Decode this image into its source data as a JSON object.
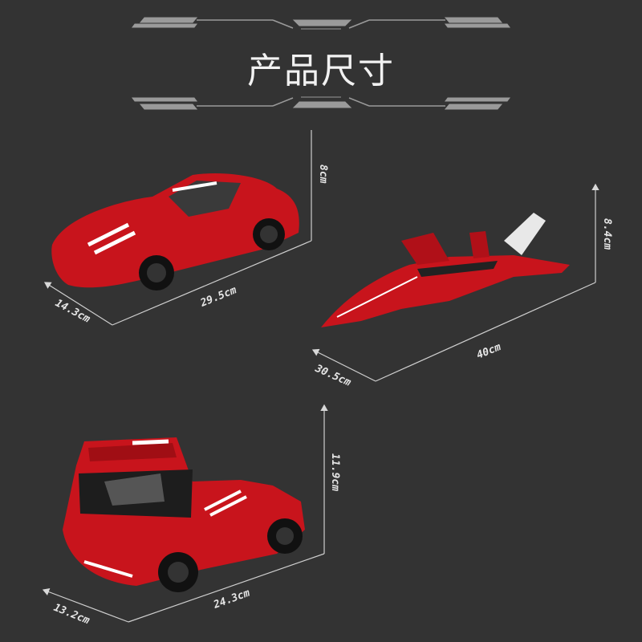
{
  "header": {
    "title": "产品尺寸"
  },
  "colors": {
    "background": "#333333",
    "model_red": "#c8141c",
    "dimension_line": "#cfcfcf"
  },
  "products": [
    {
      "name": "sports-car",
      "height": "8cm",
      "length": "29.5cm",
      "width": "14.3cm"
    },
    {
      "name": "jet",
      "height": "8.4cm",
      "length": "40cm",
      "width": "30.5cm"
    },
    {
      "name": "truck",
      "height": "11.9cm",
      "length": "24.3cm",
      "width": "13.2cm"
    }
  ]
}
